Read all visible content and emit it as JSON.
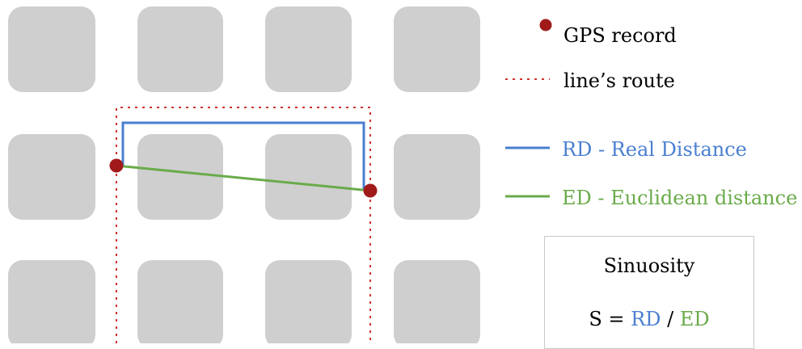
{
  "legend": {
    "gps_record": "GPS record",
    "lines_route": "line’s route",
    "real_distance": "RD - Real Distance",
    "euclidean_distance": "ED - Euclidean distance"
  },
  "sinuosity_box": {
    "title": "Sinuosity",
    "formula_lhs": "S =",
    "formula_rd": "RD",
    "formula_sep": "/",
    "formula_ed": "ED"
  },
  "colors": {
    "block": "#cfcfcf",
    "gps_point": "#a01a1a",
    "route": "#d0312d",
    "real_distance": "#4a7fd0",
    "euclidean_distance": "#6aab4a"
  }
}
